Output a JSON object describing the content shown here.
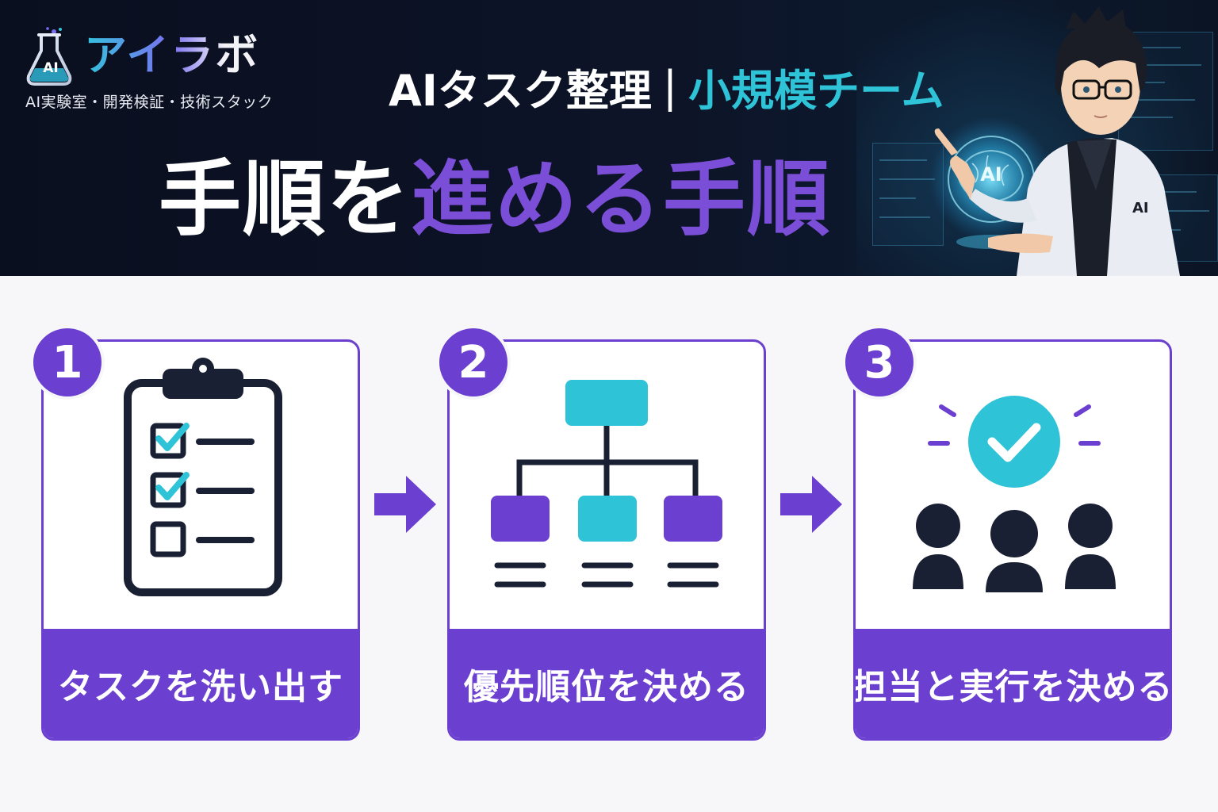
{
  "colors": {
    "purple": "#6b3fd0",
    "cyan": "#2fc3d8",
    "navy": "#0d1428",
    "dark_icon": "#1a2033"
  },
  "header": {
    "logo": {
      "title": "アイラボ",
      "badge_text": "AI",
      "tagline": "AI実験室・開発検証・技術スタック"
    },
    "subtitle": {
      "left": "AIタスク整理",
      "separator": "|",
      "right": "小規模チーム"
    },
    "title": {
      "part1": "手順を",
      "part2": "進める手順"
    },
    "character": {
      "hologram_text": "AI",
      "coat_text": "AI"
    }
  },
  "steps": [
    {
      "number": "1",
      "label": "タスクを洗い出す",
      "icon": "clipboard-checklist-icon"
    },
    {
      "number": "2",
      "label": "優先順位を決める",
      "icon": "hierarchy-icon"
    },
    {
      "number": "3",
      "label": "担当と実行を決める",
      "icon": "team-check-icon"
    }
  ],
  "connectors": [
    "arrow-right-icon",
    "arrow-right-icon"
  ]
}
